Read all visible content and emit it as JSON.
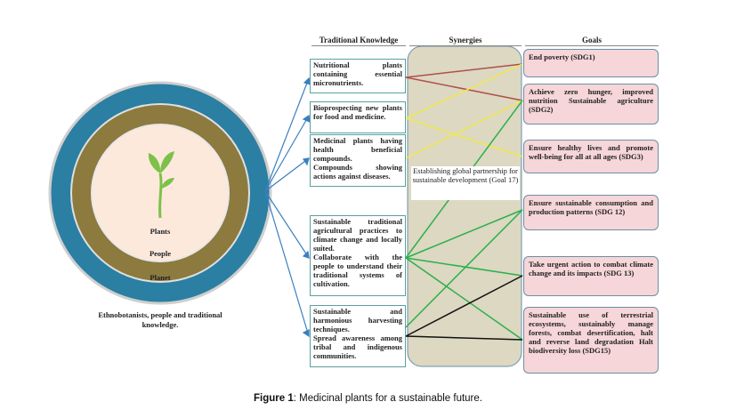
{
  "headers": {
    "traditional_knowledge": "Traditional Knowledge",
    "synergies": "Synergies",
    "goals": "Goals"
  },
  "circles": {
    "inner": "Plants",
    "middle": "People",
    "outer": "Planet",
    "colors": {
      "outer": "#2a7fa3",
      "middle": "#8c7a3e",
      "inner": "#fde9dc",
      "plant": "#7cc14a"
    }
  },
  "side_caption": "Ethnobotanists, people and traditional knowledge.",
  "traditional_knowledge": [
    "Nutritional plants containing essential micronutrients.",
    "Bioprospecting new plants for food and medicine.",
    "Medicinal plants having health beneficial compounds.",
    "Compounds showing actions against diseases.",
    "Sustainable traditional agricultural practices to climate change and locally suited.",
    "Collaborate with the people to understand their traditional systems of cultivation.",
    "Sustainable and harmonious harvesting techniques.",
    "Spread awareness among tribal and indigenous communities."
  ],
  "synergy_label": "Establishing global partnership for sustainable development (Goal 17)",
  "goals": [
    "End poverty (SDG1)",
    "Achieve zero hunger, improved nutrition Sustainable agriculture (SDG2)",
    "Ensure healthy lives and promote well-being for all at all ages (SDG3)",
    "Ensure sustainable consumption and production patterns (SDG 12)",
    "Take urgent action to combat climate change and its impacts (SDG 13)",
    "Sustainable use of terrestrial ecosystems, sustainably manage forests, combat desertification, halt and reverse land degradation Halt biodiversity loss (SDG15)"
  ],
  "line_colors": {
    "red": "#b0504a",
    "yellow": "#f2e94a",
    "green": "#2bb04a",
    "black": "#111111",
    "blue": "#3a7fc0"
  },
  "caption": {
    "label": "Figure 1",
    "text": ": Medicinal plants for a sustainable future."
  }
}
